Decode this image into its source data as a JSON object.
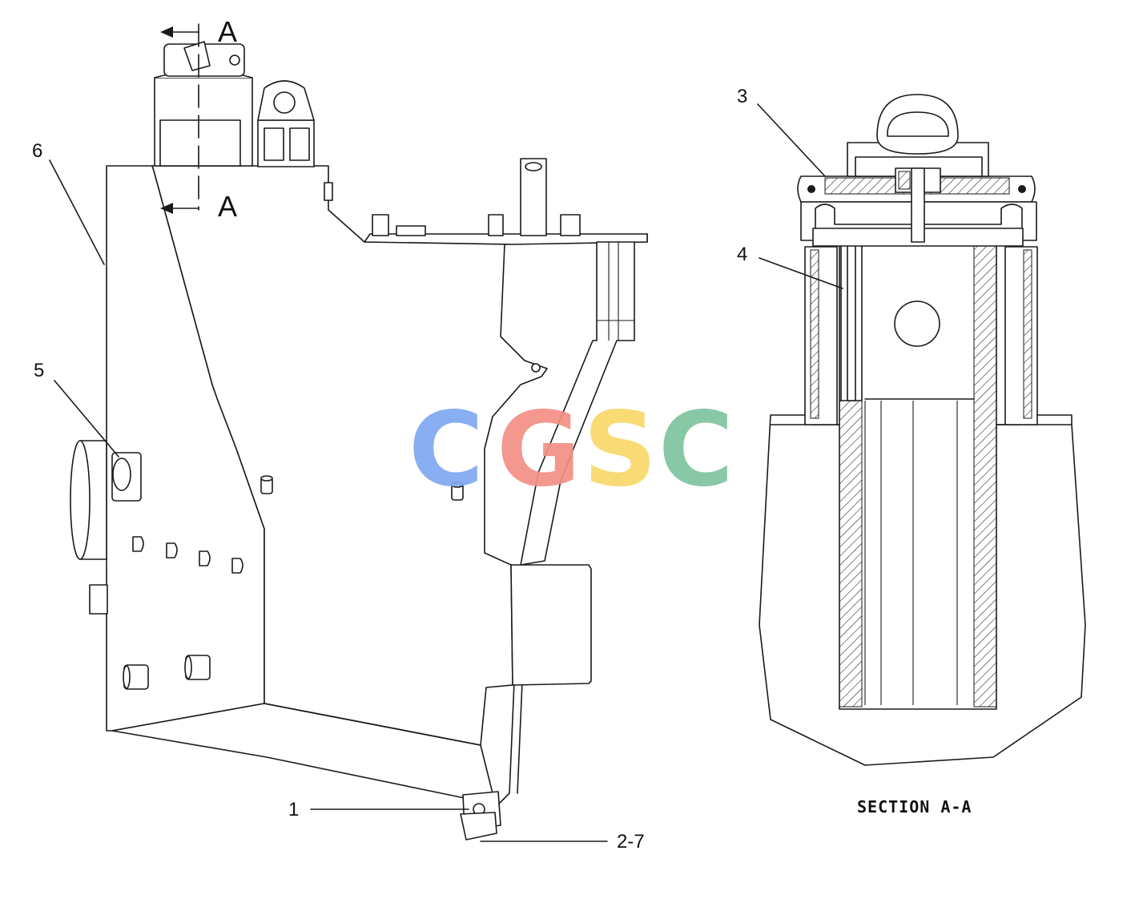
{
  "callouts": {
    "c1": "1",
    "c2": "2-7",
    "c3": "3",
    "c4": "4",
    "c5": "5",
    "c6": "6"
  },
  "section_marker": {
    "top_letter": "A",
    "bottom_letter": "A"
  },
  "section_title": "SECTION A-A",
  "watermark": {
    "letters": [
      "C",
      "G",
      "S",
      "C"
    ],
    "colors": [
      "#7fa8f0",
      "#f28f86",
      "#f8d96a",
      "#7fc4a0"
    ]
  }
}
